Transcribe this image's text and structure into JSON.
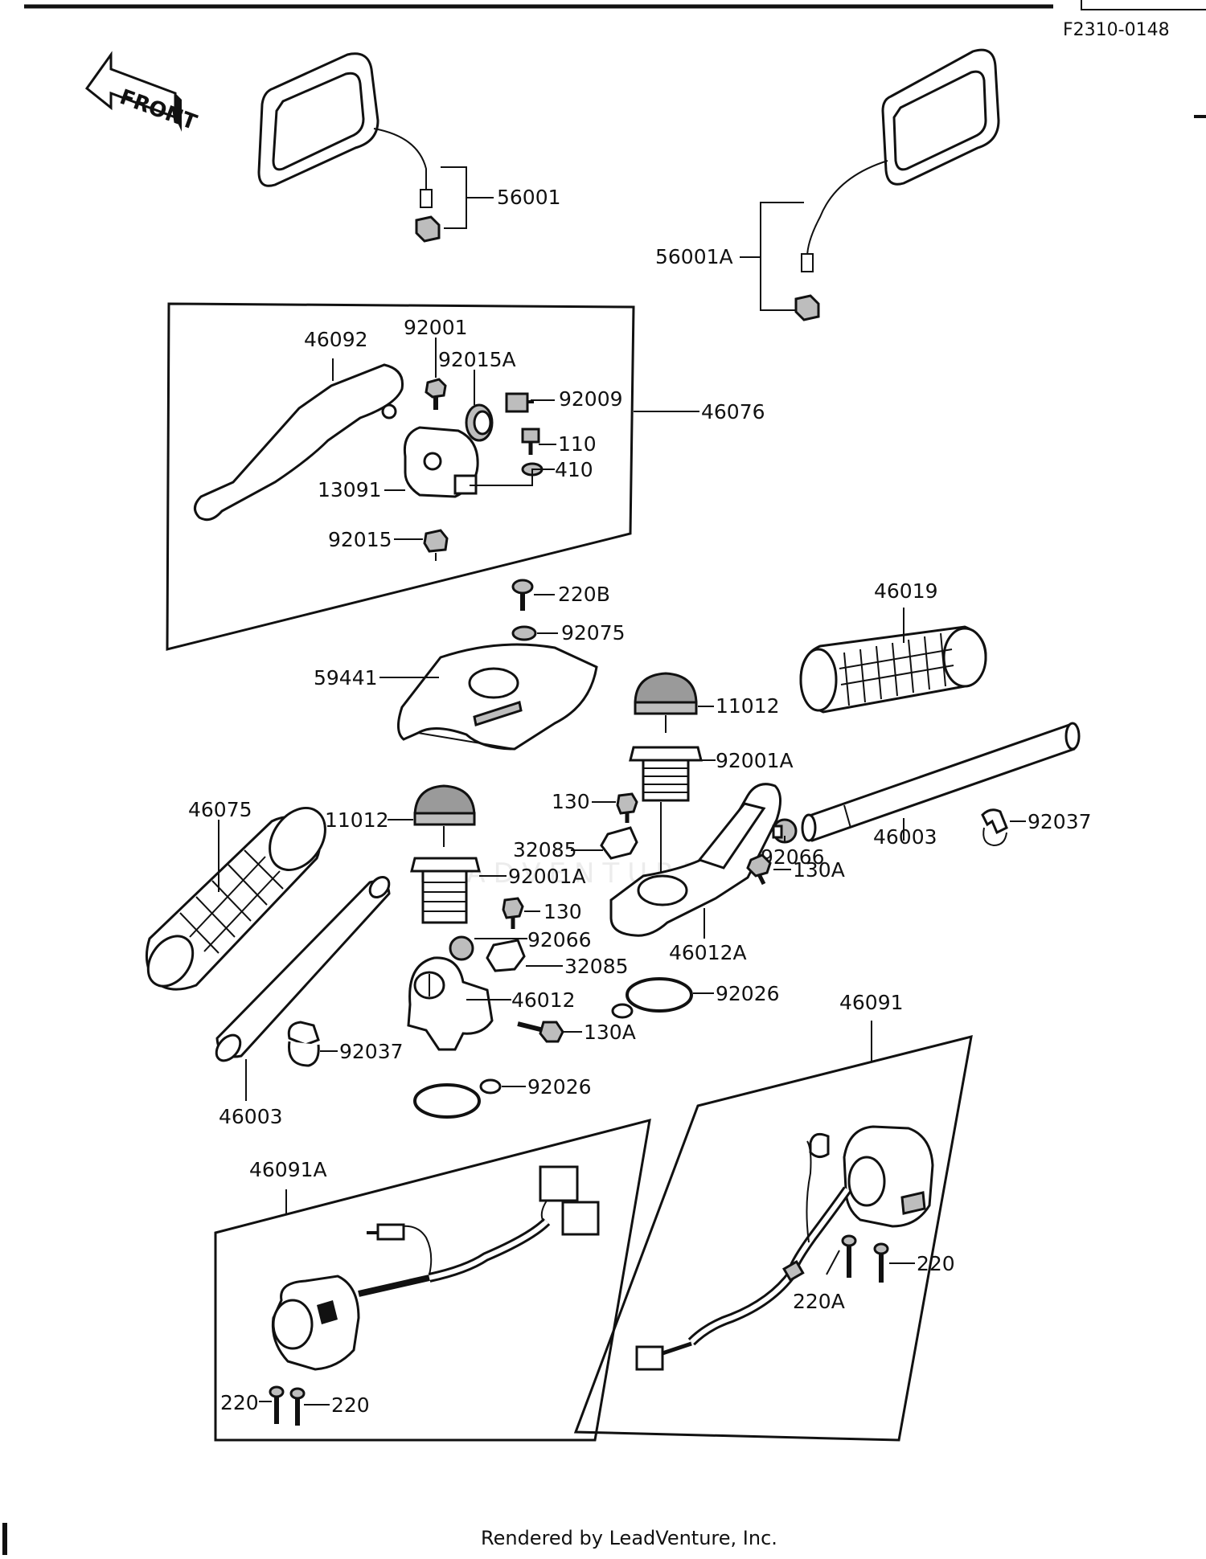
{
  "diagram": {
    "code": "F2310-0148",
    "direction_label": "FRONT",
    "footer": "Rendered by LeadVenture, Inc.",
    "watermark": "LEADVENTURE"
  },
  "labels": {
    "p56001": "56001",
    "p56001A": "56001A",
    "p46092": "46092",
    "p92001": "92001",
    "p92015A": "92015A",
    "p92009": "92009",
    "p46076": "46076",
    "p110": "110",
    "p410": "410",
    "p13091": "13091",
    "p92015": "92015",
    "p220B": "220B",
    "p92075": "92075",
    "p46019": "46019",
    "p59441": "59441",
    "p11012_r": "11012",
    "p92001A_r": "92001A",
    "p130_r": "130",
    "p46075": "46075",
    "p11012_l": "11012",
    "p32085_r": "32085",
    "p92001A_l": "92001A",
    "p92066_r": "92066",
    "p46003_r": "46003",
    "p92037_r": "92037",
    "p130A_r": "130A",
    "p130_l": "130",
    "p46012A": "46012A",
    "p92066_l": "92066",
    "p32085_l": "32085",
    "p46012": "46012",
    "p92026_r": "92026",
    "p46091": "46091",
    "p130A_l": "130A",
    "p92037_l": "92037",
    "p92026_l": "92026",
    "p46003_l": "46003",
    "p46091A": "46091A",
    "p220_r1": "220",
    "p220A": "220A",
    "p220_l1": "220",
    "p220_l2": "220"
  }
}
